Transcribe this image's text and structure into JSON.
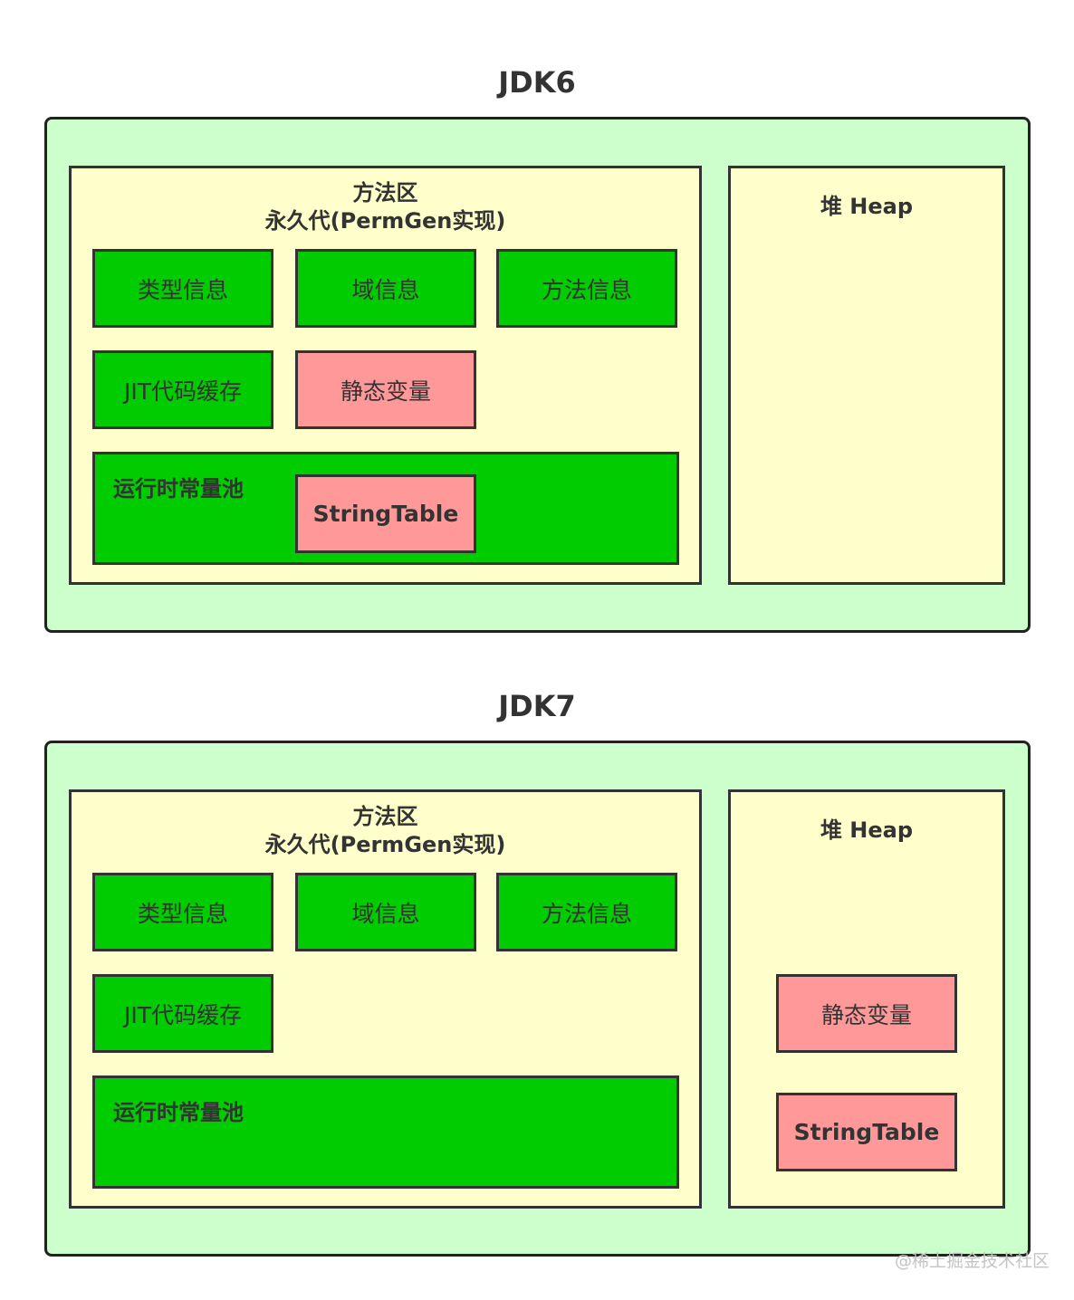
{
  "sections": [
    {
      "title": "JDK6",
      "method_area": {
        "title_line1": "方法区",
        "title_line2": "永久代(PermGen实现)",
        "boxes": {
          "type_info": "类型信息",
          "field_info": "域信息",
          "method_info": "方法信息",
          "jit_cache": "JIT代码缓存",
          "static_vars": "静态变量"
        },
        "runtime_pool": {
          "label": "运行时常量池",
          "string_table": "StringTable"
        }
      },
      "heap": {
        "title": "堆 Heap"
      }
    },
    {
      "title": "JDK7",
      "method_area": {
        "title_line1": "方法区",
        "title_line2": "永久代(PermGen实现)",
        "boxes": {
          "type_info": "类型信息",
          "field_info": "域信息",
          "method_info": "方法信息",
          "jit_cache": "JIT代码缓存"
        },
        "runtime_pool": {
          "label": "运行时常量池"
        }
      },
      "heap": {
        "title": "堆 Heap",
        "static_vars": "静态变量",
        "string_table": "StringTable"
      }
    }
  ],
  "watermark": "@稀土掘金技术社区",
  "colors": {
    "outer_bg": "#ccffcc",
    "panel_bg": "#ffffcc",
    "green_box": "#00cc00",
    "pink_box": "#ff9999",
    "border": "#333333"
  }
}
